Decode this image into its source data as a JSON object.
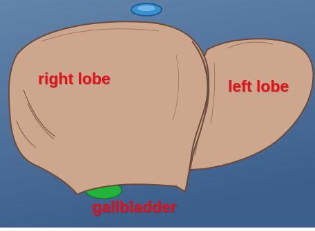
{
  "labels": {
    "right_lobe": "right lobe",
    "left_lobe": "left lobe",
    "gallbladder": "gallbladder"
  },
  "colors": {
    "background_top": "#5e7ea6",
    "background_bottom": "#3f628f",
    "liver_fill": "#cda78d",
    "liver_stroke": "#6b4a3a",
    "gallbladder": "#22b33a",
    "vessel": "#3a8fd0",
    "label_text": "#e3101a"
  }
}
